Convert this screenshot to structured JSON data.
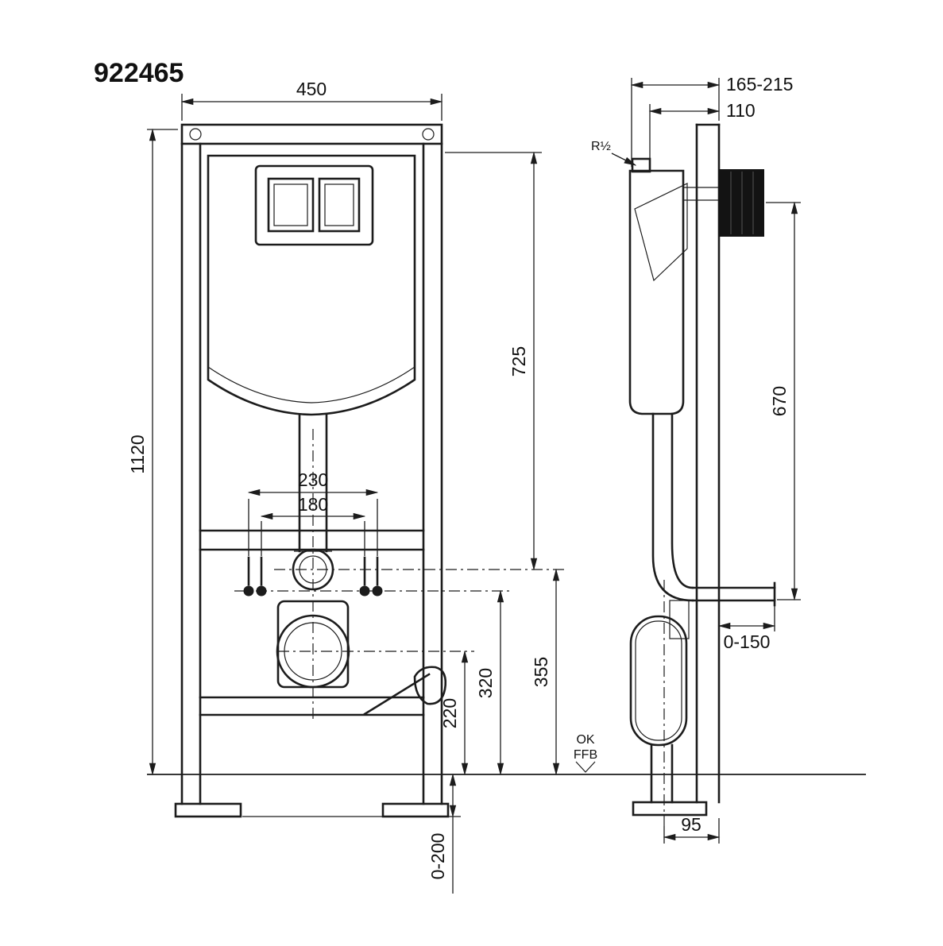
{
  "drawing": {
    "part_number": "922465",
    "front": {
      "dim_width": "450",
      "dim_height": "1120",
      "dim_flush_pipe": "725",
      "dim_bolts_outer": "230",
      "dim_bolts_inner": "180",
      "dim_supply_height": "355",
      "dim_bolt_height": "320",
      "dim_outlet_height": "220",
      "dim_foot_adjust": "0-200"
    },
    "side": {
      "dim_depth_range": "165-215",
      "dim_frame_depth": "110",
      "label_connection": "R½",
      "dim_pipe_height": "670",
      "dim_outlet_reach": "0-150",
      "dim_foot_depth": "95",
      "floor_label_1": "OK",
      "floor_label_2": "FFB"
    }
  }
}
